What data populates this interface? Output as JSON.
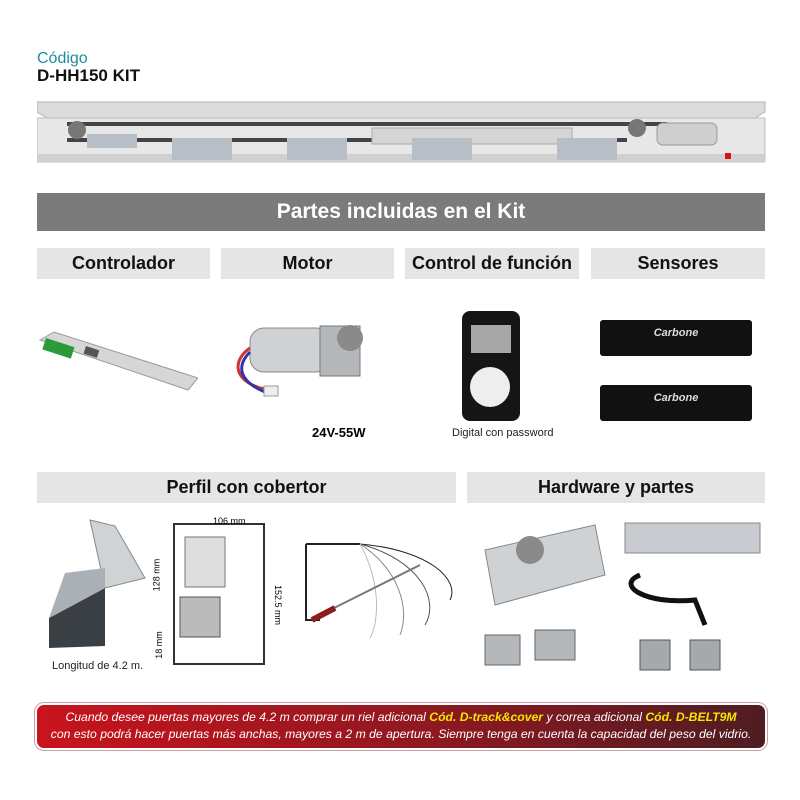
{
  "header": {
    "code_label": "Código",
    "code_value": "D-HH150 KIT"
  },
  "banner": {
    "title": "Partes incluidas en el Kit"
  },
  "categories": [
    {
      "label": "Controlador"
    },
    {
      "label": "Motor",
      "caption": "24V-55W"
    },
    {
      "label": "Control de función",
      "caption": "Digital con password"
    },
    {
      "label": "Sensores",
      "brand": "Carbone"
    }
  ],
  "sections": [
    {
      "label": "Perfil con cobertor",
      "caption": "Longitud de 4.2 m.",
      "dimensions": {
        "width": "106 mm",
        "upper": "128 mm",
        "lower": "18 mm",
        "height": "152.5 mm"
      }
    },
    {
      "label": "Hardware y partes"
    }
  ],
  "notice": {
    "line1_a": "Cuando desee puertas mayores de 4.2 m comprar un riel adicional ",
    "code1": "Cód. D-track&cover",
    "line1_b": " y correa adicional ",
    "code2": "Cód. D-BELT9M",
    "line2": "con esto podrá hacer puertas más anchas, mayores a 2 m de apertura. Siempre tenga en cuenta la capacidad del peso del vidrio.",
    "highlight_color": "#f5e400",
    "background_color": "#c8141d"
  }
}
